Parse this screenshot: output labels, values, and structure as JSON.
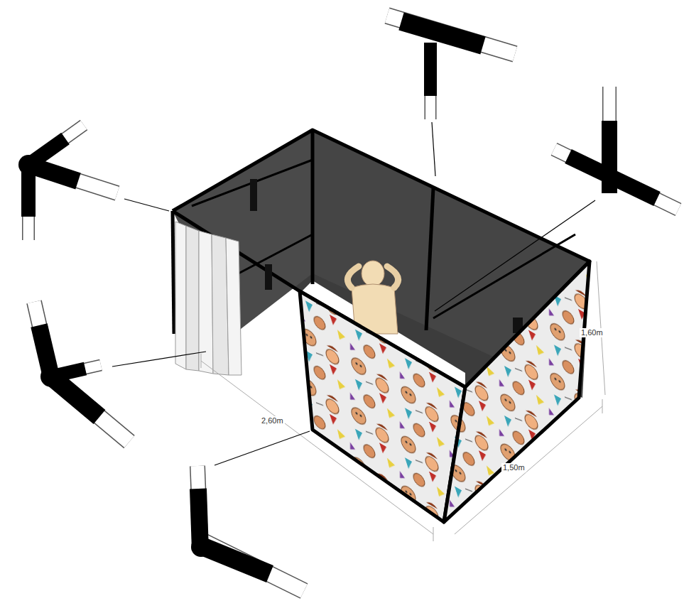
{
  "diagram": {
    "labels": [
      "2,60m",
      "1,50m",
      "1,60m"
    ]
  }
}
